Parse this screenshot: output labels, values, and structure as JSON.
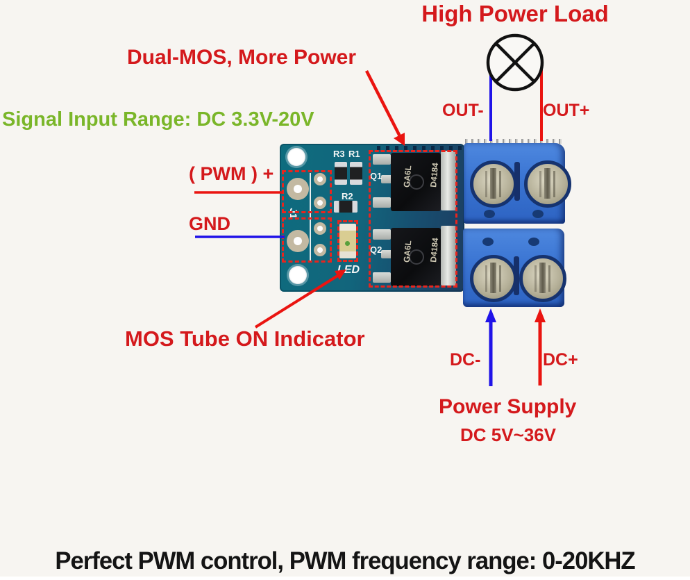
{
  "annotations": {
    "high_power_load": "High Power Load",
    "dual_mos": "Dual-MOS, More Power",
    "signal_range": "Signal Input Range: DC 3.3V-20V",
    "pwm": "( PWM ) +",
    "gnd": "GND",
    "mos_indicator": "MOS Tube ON Indicator",
    "out_minus": "OUT-",
    "out_plus": "OUT+",
    "dc_minus": "DC-",
    "dc_plus": "DC+",
    "power_supply": "Power Supply",
    "supply_range": "DC 5V~36V",
    "bottom_note": "Perfect PWM control, PWM frequency range: 0-20KHZ"
  },
  "board": {
    "silkscreen": {
      "j1": "J1",
      "r3": "R3",
      "r1": "R1",
      "r2": "R2",
      "led": "LED",
      "q1": "Q1",
      "q2": "Q2"
    },
    "mosfet_marking_1": "GA6L",
    "mosfet_marking_2": "D4184"
  },
  "colors": {
    "annotation_red": "#d4191c",
    "annotation_green": "#7ab629",
    "wire_red": "#ea1410",
    "wire_blue": "#2013e8",
    "pcb_teal": "#0e6c7e",
    "terminal_blue": "#3a74d2",
    "bottom_text_black": "#141414"
  }
}
